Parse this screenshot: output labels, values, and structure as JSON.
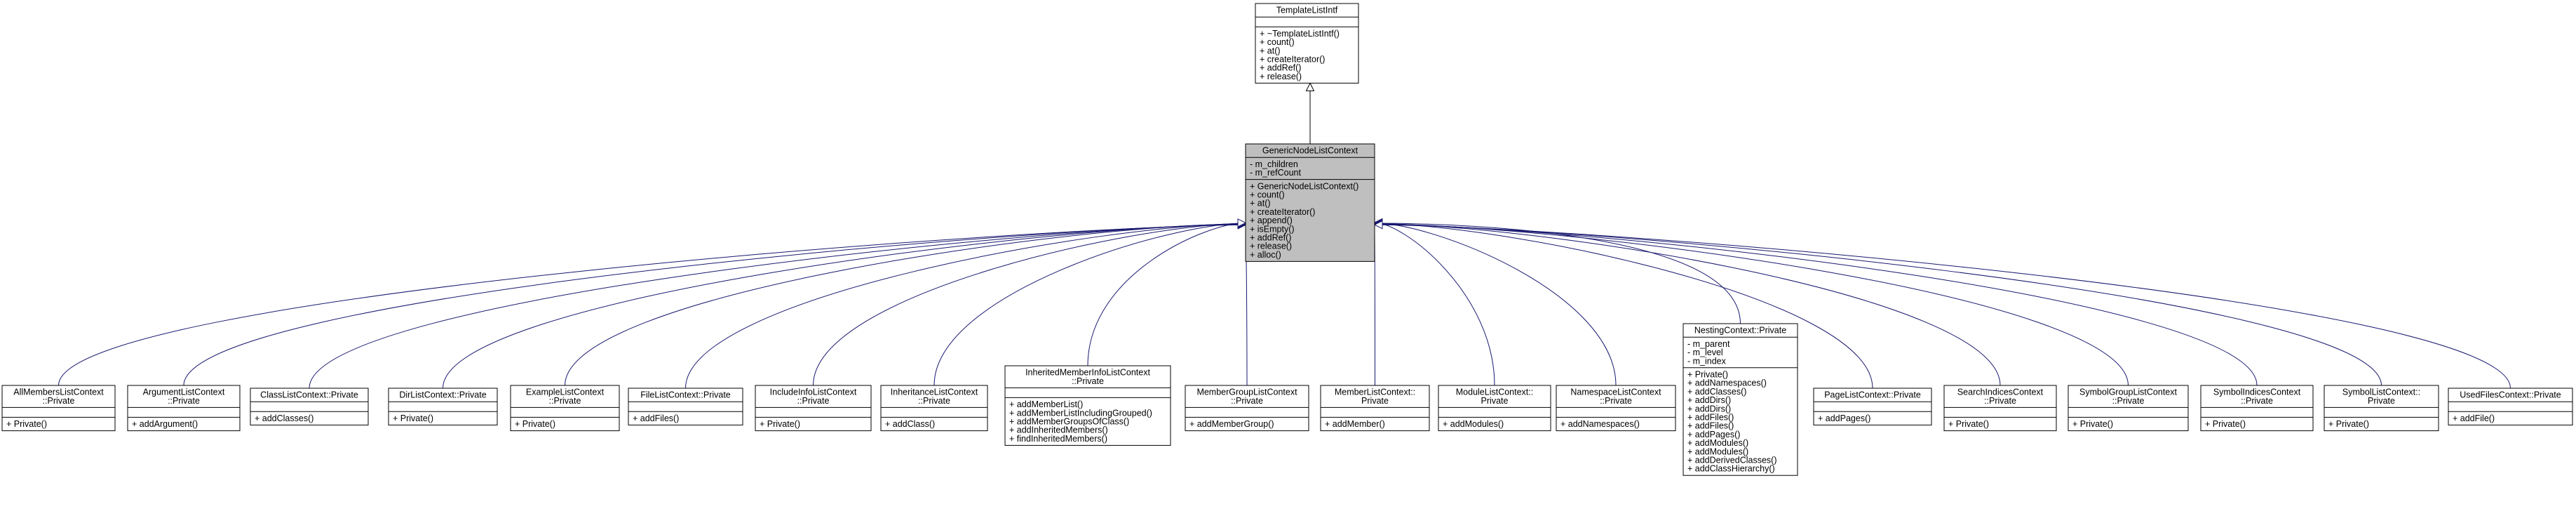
{
  "colors": {
    "highlight_fill": "#bfbfbf",
    "edge_color": "#191970",
    "box_border": "#000000"
  },
  "nodes": [
    {
      "id": "template",
      "name": [
        "TemplateListIntf"
      ],
      "attrs": [],
      "methods": [
        "+ ~TemplateListIntf()",
        "+ count()",
        "+ at()",
        "+ createIterator()",
        "+ addRef()",
        "+ release()"
      ]
    },
    {
      "id": "generic",
      "name": [
        "GenericNodeListContext"
      ],
      "attrs": [
        "- m_children",
        "- m_refCount"
      ],
      "methods": [
        "+ GenericNodeListContext()",
        "+ count()",
        "+ at()",
        "+ createIterator()",
        "+ append()",
        "+ isEmpty()",
        "+ addRef()",
        "+ release()",
        "+ alloc()"
      ]
    },
    {
      "id": "allmembers",
      "name": [
        "AllMembersListContext",
        "::Private"
      ],
      "attrs": [],
      "methods": [
        "+ Private()"
      ]
    },
    {
      "id": "argument",
      "name": [
        "ArgumentListContext",
        "::Private"
      ],
      "attrs": [],
      "methods": [
        "+ addArgument()"
      ]
    },
    {
      "id": "classlist",
      "name": [
        "ClassListContext::Private"
      ],
      "attrs": [],
      "methods": [
        "+ addClasses()"
      ]
    },
    {
      "id": "dirlist",
      "name": [
        "DirListContext::Private"
      ],
      "attrs": [],
      "methods": [
        "+ Private()"
      ]
    },
    {
      "id": "example",
      "name": [
        "ExampleListContext",
        "::Private"
      ],
      "attrs": [],
      "methods": [
        "+ Private()"
      ]
    },
    {
      "id": "filelist",
      "name": [
        "FileListContext::Private"
      ],
      "attrs": [],
      "methods": [
        "+ addFiles()"
      ]
    },
    {
      "id": "includeinfo",
      "name": [
        "IncludeInfoListContext",
        "::Private"
      ],
      "attrs": [],
      "methods": [
        "+ Private()"
      ]
    },
    {
      "id": "inheritance",
      "name": [
        "InheritanceListContext",
        "::Private"
      ],
      "attrs": [],
      "methods": [
        "+ addClass()"
      ]
    },
    {
      "id": "inheritedmember",
      "name": [
        "InheritedMemberInfoListContext",
        "::Private"
      ],
      "attrs": [],
      "methods": [
        "+ addMemberList()",
        "+ addMemberListIncludingGrouped()",
        "+ addMemberGroupsOfClass()",
        "+ addInheritedMembers()",
        "+ findInheritedMembers()"
      ]
    },
    {
      "id": "membergroup",
      "name": [
        "MemberGroupListContext",
        "::Private"
      ],
      "attrs": [],
      "methods": [
        "+ addMemberGroup()"
      ]
    },
    {
      "id": "memberlist",
      "name": [
        "MemberListContext::",
        "Private"
      ],
      "attrs": [],
      "methods": [
        "+ addMember()"
      ]
    },
    {
      "id": "modulelist",
      "name": [
        "ModuleListContext::",
        "Private"
      ],
      "attrs": [],
      "methods": [
        "+ addModules()"
      ]
    },
    {
      "id": "namespacelist",
      "name": [
        "NamespaceListContext",
        "::Private"
      ],
      "attrs": [],
      "methods": [
        "+ addNamespaces()"
      ]
    },
    {
      "id": "nesting",
      "name": [
        "NestingContext::Private"
      ],
      "attrs": [
        "- m_parent",
        "- m_level",
        "- m_index"
      ],
      "methods": [
        "+ Private()",
        "+ addNamespaces()",
        "+ addClasses()",
        "+ addDirs()",
        "+ addDirs()",
        "+ addFiles()",
        "+ addFiles()",
        "+ addPages()",
        "+ addModules()",
        "+ addModules()",
        "+ addDerivedClasses()",
        "+ addClassHierarchy()"
      ]
    },
    {
      "id": "pagelist",
      "name": [
        "PageListContext::Private"
      ],
      "attrs": [],
      "methods": [
        "+ addPages()"
      ]
    },
    {
      "id": "searchindices",
      "name": [
        "SearchIndicesContext",
        "::Private"
      ],
      "attrs": [],
      "methods": [
        "+ Private()"
      ]
    },
    {
      "id": "symbolgroup",
      "name": [
        "SymbolGroupListContext",
        "::Private"
      ],
      "attrs": [],
      "methods": [
        "+ Private()"
      ]
    },
    {
      "id": "symbolindices",
      "name": [
        "SymbolIndicesContext",
        "::Private"
      ],
      "attrs": [],
      "methods": [
        "+ Private()"
      ]
    },
    {
      "id": "symbollist",
      "name": [
        "SymbolListContext::",
        "Private"
      ],
      "attrs": [],
      "methods": [
        "+ Private()"
      ]
    },
    {
      "id": "usedfiles",
      "name": [
        "UsedFilesContext::Private"
      ],
      "attrs": [],
      "methods": [
        "+ addFile()"
      ]
    }
  ],
  "edges": [
    {
      "from": "generic",
      "to": "template"
    },
    {
      "from": "allmembers",
      "to": "generic"
    },
    {
      "from": "argument",
      "to": "generic"
    },
    {
      "from": "classlist",
      "to": "generic"
    },
    {
      "from": "dirlist",
      "to": "generic"
    },
    {
      "from": "example",
      "to": "generic"
    },
    {
      "from": "filelist",
      "to": "generic"
    },
    {
      "from": "includeinfo",
      "to": "generic"
    },
    {
      "from": "inheritance",
      "to": "generic"
    },
    {
      "from": "inheritedmember",
      "to": "generic"
    },
    {
      "from": "membergroup",
      "to": "generic"
    },
    {
      "from": "memberlist",
      "to": "generic"
    },
    {
      "from": "modulelist",
      "to": "generic"
    },
    {
      "from": "namespacelist",
      "to": "generic"
    },
    {
      "from": "nesting",
      "to": "generic"
    },
    {
      "from": "pagelist",
      "to": "generic"
    },
    {
      "from": "searchindices",
      "to": "generic"
    },
    {
      "from": "symbolgroup",
      "to": "generic"
    },
    {
      "from": "symbolindices",
      "to": "generic"
    },
    {
      "from": "symbollist",
      "to": "generic"
    },
    {
      "from": "usedfiles",
      "to": "generic"
    }
  ]
}
